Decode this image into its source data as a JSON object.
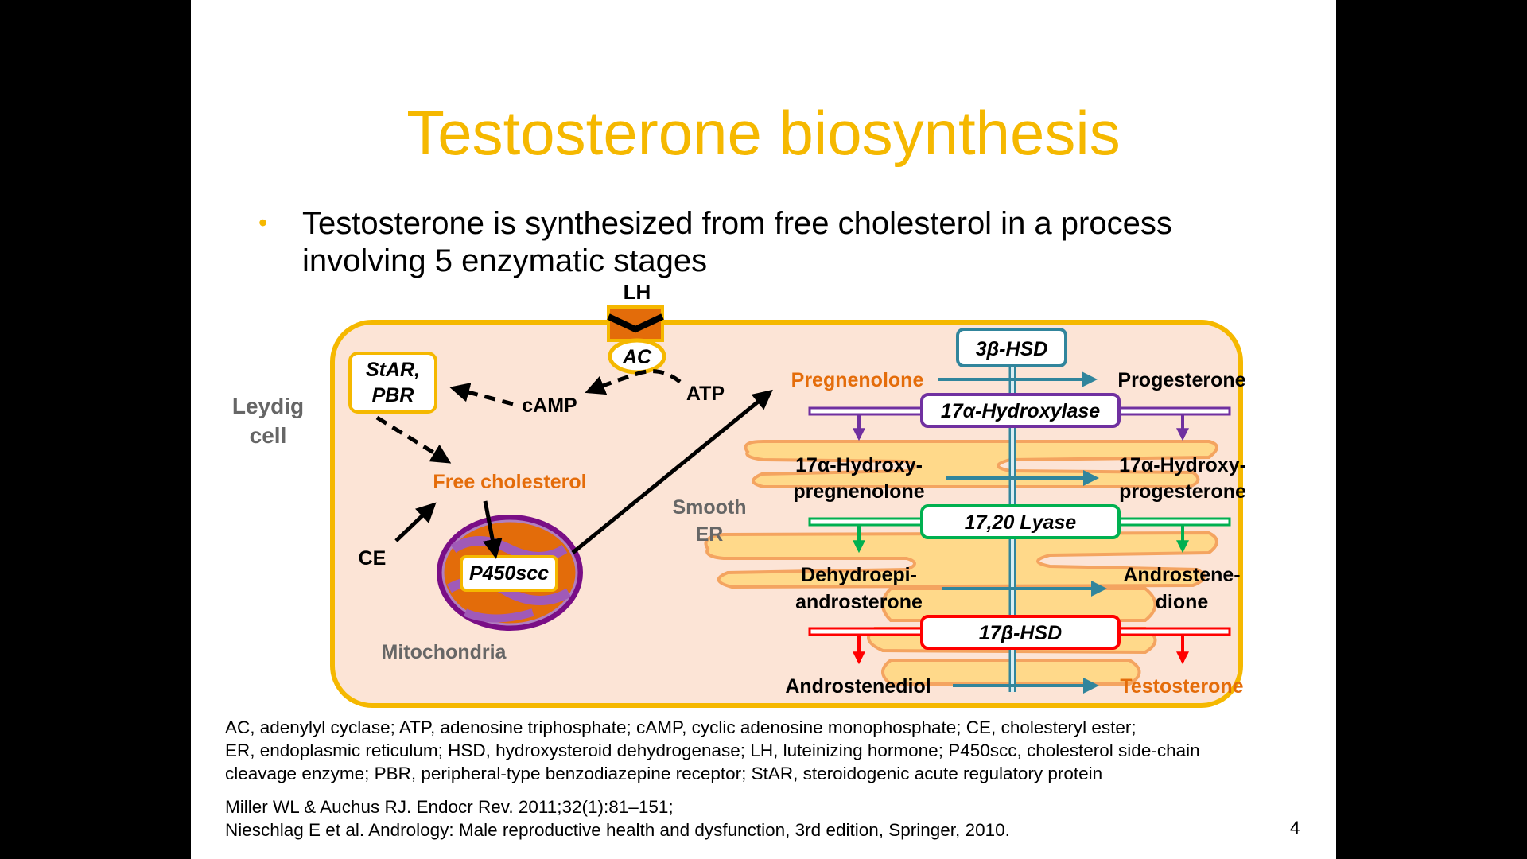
{
  "slide": {
    "title": "Testosterone biosynthesis",
    "bullet": "Testosterone is synthesized from free cholesterol in a process involving 5 enzymatic stages",
    "page_number": "4"
  },
  "diagram": {
    "lh": "LH",
    "ac": "AC",
    "atp": "ATP",
    "camp": "cAMP",
    "star_pbr": [
      "StAR,",
      "PBR"
    ],
    "leydig_cell": [
      "Leydig",
      "cell"
    ],
    "free_cholesterol": "Free cholesterol",
    "ce": "CE",
    "p450scc": "P450scc",
    "mitochondria": "Mitochondria",
    "smooth_er": [
      "Smooth",
      "ER"
    ],
    "enzymes": {
      "hsd3b": "3β-HSD",
      "hydroxylase17a": "17α-Hydroxylase",
      "lyase": "17,20 Lyase",
      "hsd17b": "17β-HSD"
    },
    "metabolites": {
      "pregnenolone": "Pregnenolone",
      "progesterone": "Progesterone",
      "oh_pregnenolone": [
        "17α-Hydroxy-",
        "pregnenolone"
      ],
      "oh_progesterone": [
        "17α-Hydroxy-",
        "progesterone"
      ],
      "dhea": [
        "Dehydroepi-",
        "androsterone"
      ],
      "androstenedione": [
        "Androstene-",
        "dione"
      ],
      "androstenediol": "Androstenediol",
      "testosterone": "Testosterone"
    },
    "colors": {
      "orange_text": "#E46C0A",
      "cell_border": "#F5B800",
      "cell_fill": "#FCE4D6",
      "teal": "#31859C",
      "purple": "#7030A0",
      "green": "#00B050",
      "red": "#FF0000"
    }
  },
  "footnotes": [
    "AC, adenylyl cyclase; ATP, adenosine triphosphate; cAMP, cyclic adenosine monophosphate; CE, cholesteryl ester;",
    "ER, endoplasmic reticulum; HSD, hydroxysteroid dehydrogenase; LH, luteinizing hormone; P450scc, cholesterol side-chain",
    "cleavage enzyme; PBR, peripheral-type benzodiazepine receptor; StAR, steroidogenic acute regulatory protein"
  ],
  "references": [
    "Miller WL & Auchus RJ. Endocr Rev. 2011;32(1):81–151;",
    "Nieschlag E et al. Andrology: Male reproductive health and dysfunction, 3rd edition, Springer, 2010."
  ]
}
